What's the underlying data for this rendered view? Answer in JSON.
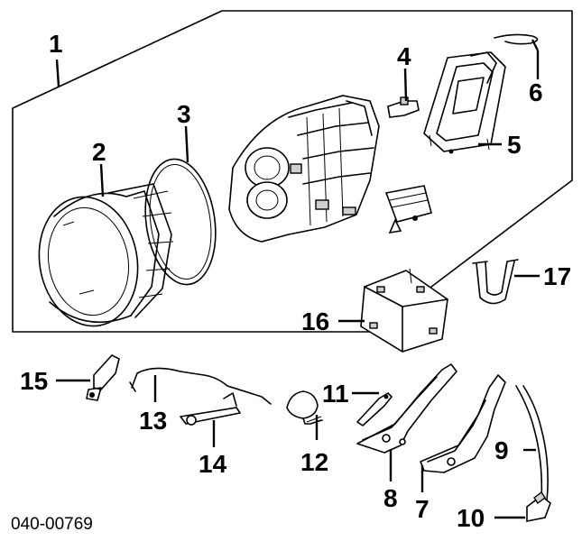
{
  "diagram": {
    "document_number": "040-00769",
    "callouts": [
      {
        "id": "1",
        "label": "1"
      },
      {
        "id": "2",
        "label": "2"
      },
      {
        "id": "3",
        "label": "3"
      },
      {
        "id": "4",
        "label": "4"
      },
      {
        "id": "5",
        "label": "5"
      },
      {
        "id": "6",
        "label": "6"
      },
      {
        "id": "7",
        "label": "7"
      },
      {
        "id": "8",
        "label": "8"
      },
      {
        "id": "9",
        "label": "9"
      },
      {
        "id": "10",
        "label": "10"
      },
      {
        "id": "11",
        "label": "11"
      },
      {
        "id": "12",
        "label": "12"
      },
      {
        "id": "13",
        "label": "13"
      },
      {
        "id": "14",
        "label": "14"
      },
      {
        "id": "15",
        "label": "15"
      },
      {
        "id": "16",
        "label": "16"
      },
      {
        "id": "17",
        "label": "17"
      }
    ]
  }
}
